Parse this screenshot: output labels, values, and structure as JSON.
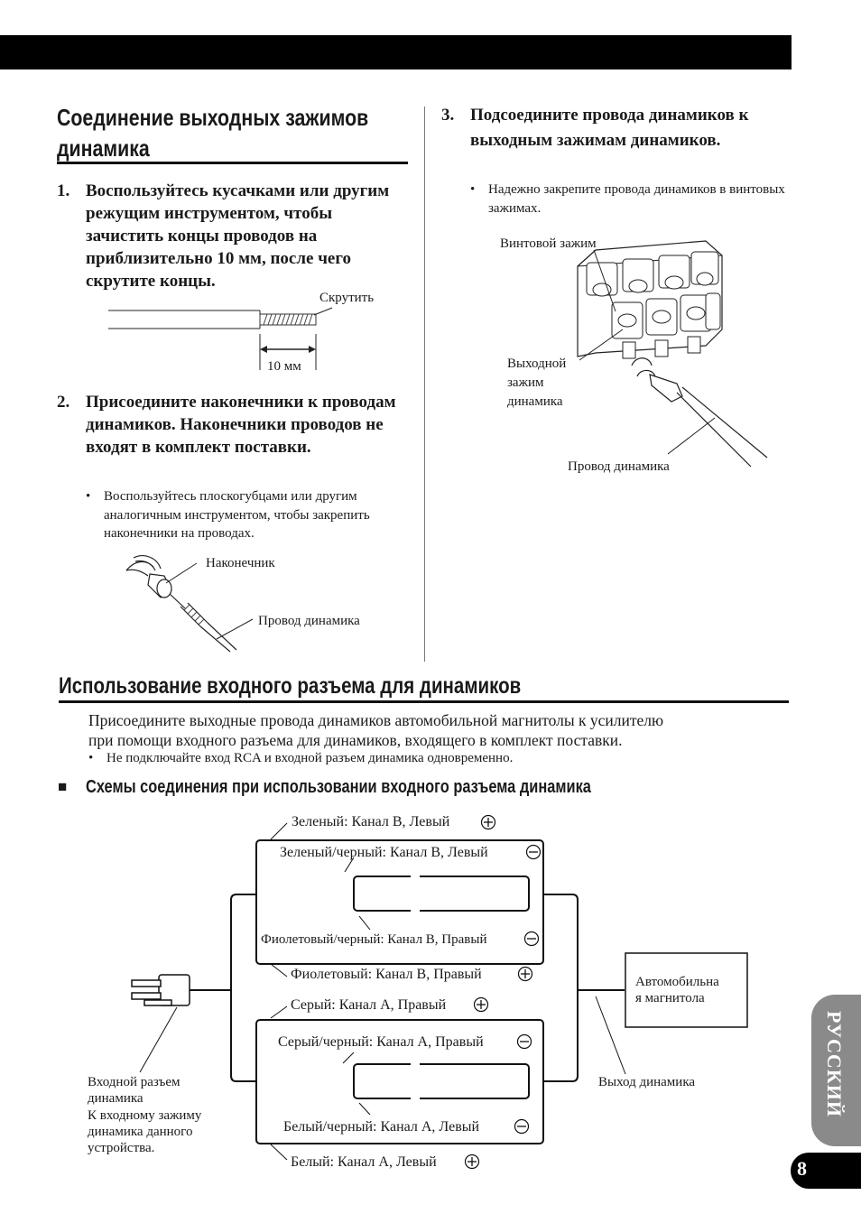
{
  "section1": {
    "title_line1": "Соединение выходных зажимов",
    "title_line2": "динамика",
    "step1": {
      "num": "1.",
      "text": "Воспользуйтесь кусачками или другим режущим инструментом, чтобы зачистить концы проводов на приблизительно 10 мм, после чего скрутите концы."
    },
    "fig1": {
      "twist_label": "Скрутить",
      "length_label": "10 мм"
    },
    "step2": {
      "num": "2.",
      "text": "Присоедините наконечники к проводам динамиков. Наконечники проводов не входят в комплект поставки."
    },
    "step2_bullet": "Воспользуйтесь плоскогубцами или другим аналогичным инструментом, чтобы закрепить наконечники на проводах.",
    "fig2": {
      "terminal_label": "Наконечник",
      "wire_label": "Провод динамика"
    }
  },
  "section1_right": {
    "step3": {
      "num": "3.",
      "text": "Подсоедините провода динамиков к выходным зажимам динамиков."
    },
    "step3_bullet": "Надежно закрепите провода динамиков в винтовых зажимах.",
    "fig3": {
      "screw_label": "Винтовой зажим",
      "output_label_1": "Выходной",
      "output_label_2": "зажим",
      "output_label_3": "динамика",
      "wire_label": "Провод динамика"
    }
  },
  "section2": {
    "title": "Использование входного разъема для динамиков",
    "para_line1": "Присоедините выходные провода динамиков автомобильной магнитолы к усилителю",
    "para_line2": "при помощи входного разъема для динамиков, входящего в комплект поставки.",
    "bullet": "Не подключайте вход RCA и входной разъем динамика одновременно.",
    "subhead_marker": "■",
    "subhead": "Схемы соединения при использовании входного разъема динамика"
  },
  "diagram": {
    "wire_labels": [
      "Зеленый: Канал B, Левый",
      "Зеленый/черный: Канал B, Левый",
      "Фиолетовый/черный: Канал B, Правый",
      "Фиолетовый: Канал B, Правый",
      "Серый: Канал A, Правый",
      "Серый/черный: Канал A, Правый",
      "Белый/черный: Канал A, Левый",
      "Белый: Канал A, Левый"
    ],
    "symbols": [
      "+",
      "−",
      "−",
      "+",
      "+",
      "−",
      "−",
      "+"
    ],
    "head_unit_line1": "Автомобильна",
    "head_unit_line2": "я магнитола",
    "speaker_output": "Выход динамика",
    "input_connector_lines": [
      "Входной разъем",
      "динамика",
      "К входному зажиму",
      "динамика данного",
      "устройства."
    ]
  },
  "sidebar": {
    "language": "РУССКИЙ",
    "page": "8"
  }
}
